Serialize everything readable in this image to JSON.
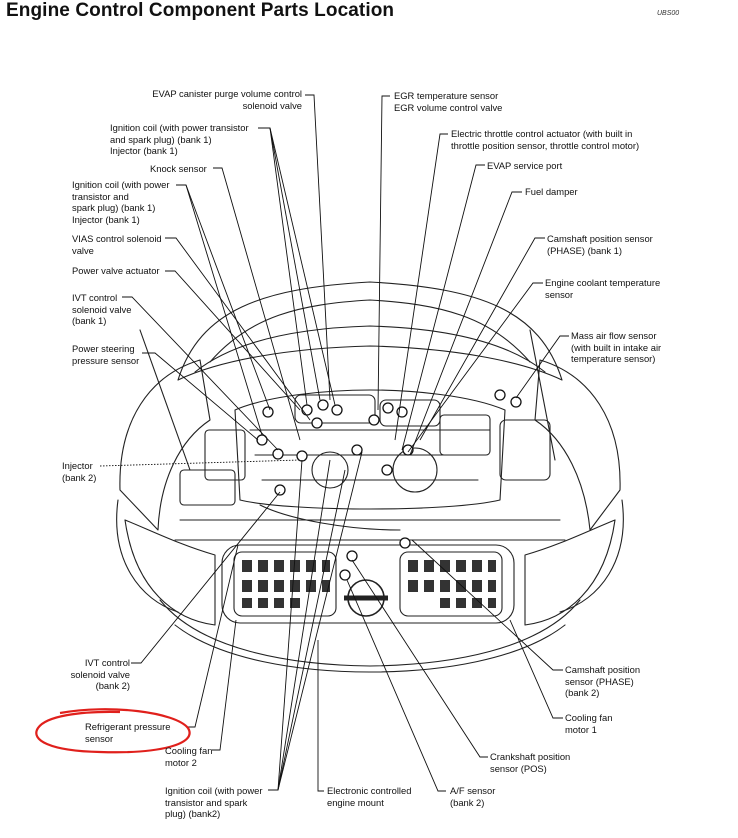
{
  "header": {
    "title": "Engine Control Component Parts Location",
    "figure_code": "UBS00"
  },
  "labels": {
    "evap_purge": "EVAP canister purge volume control\nsolenoid valve",
    "egr_temp": "EGR temperature sensor\nEGR volume control valve",
    "ign_coil_b1_top": "Ignition coil (with power transistor\nand spark plug) (bank 1)\nInjector (bank 1)",
    "throttle_actuator": "Electric throttle control actuator (with built in\nthrottle position sensor, throttle control motor)",
    "knock_sensor": "Knock sensor",
    "evap_port": "EVAP service port",
    "ign_coil_b1_left": "Ignition coil (with power\ntransistor and\nspark plug) (bank 1)\nInjector (bank 1)",
    "fuel_damper": "Fuel damper",
    "vias": "VIAS control solenoid\nvalve",
    "cam_b1": "Camshaft position sensor\n(PHASE) (bank 1)",
    "power_valve": "Power valve actuator",
    "coolant_temp": "Engine coolant temperature\nsensor",
    "ivt_b1": "IVT control\nsolenoid valve\n(bank 1)",
    "maf": "Mass air flow sensor\n(with built in intake air\ntemperature sensor)",
    "ps_sensor": "Power steering\npressure sensor",
    "injector_b2": "Injector\n(bank 2)",
    "ivt_b2": "IVT control\nsolenoid valve\n(bank 2)",
    "cam_b2": "Camshaft position\nsensor (PHASE)\n(bank 2)",
    "refrigerant": "Refrigerant pressure\nsensor",
    "fan1": "Cooling fan\nmotor 1",
    "fan2": "Cooling fan\nmotor 2",
    "crank": "Crankshaft position\nsensor (POS)",
    "ign_coil_b2": "Ignition coil (with power\ntransistor and spark\nplug) (bank2)",
    "mount": "Electronic controlled\nengine mount",
    "af_sensor": "A/F sensor\n(bank 2)"
  },
  "annotation": {
    "color": "#e0201c",
    "shape": "hand-drawn-ellipse"
  }
}
